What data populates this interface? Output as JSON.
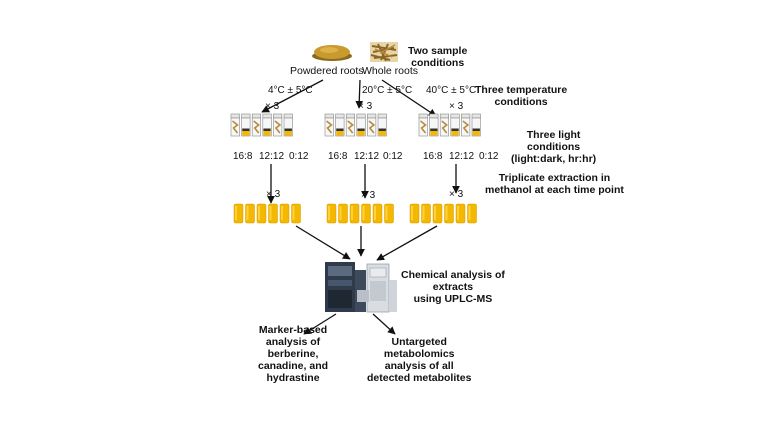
{
  "sample_types": {
    "powdered": "Powdered roots",
    "whole": "Whole roots"
  },
  "steps": {
    "samples": [
      "Two sample",
      "conditions"
    ],
    "temperature": [
      "Three temperature",
      "conditions"
    ],
    "light": [
      "Three light",
      "conditions",
      "(light:dark, hr:hr)"
    ],
    "extraction": [
      "Triplicate extraction in",
      "methanol at each time point"
    ],
    "chemical": [
      "Chemical analysis of",
      "extracts",
      "using UPLC-MS"
    ]
  },
  "temperatures": [
    "4°C ± 5°C",
    "20°C ± 5°C",
    "40°C ± 5°C"
  ],
  "replicate_label": "× 3",
  "photoperiods": [
    "16:8",
    "12:12",
    "0:12"
  ],
  "outcomes": {
    "marker": [
      "Marker-based",
      "analysis of",
      "berberine,",
      "canadine, and",
      "hydrastine"
    ],
    "untargeted": [
      "Untargeted",
      "metabolomics",
      "analysis of all",
      "detected metabolites"
    ]
  },
  "colors": {
    "extract_yellow": "#f5b800",
    "root_powder": "#c99a2e",
    "root_whole": "#b88a3c",
    "instrument_dark": "#2f3a4a",
    "instrument_light": "#d9dde2"
  }
}
